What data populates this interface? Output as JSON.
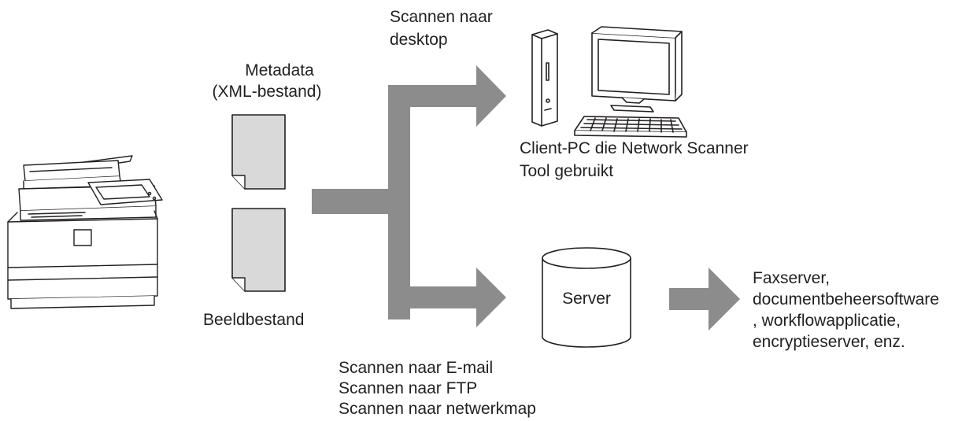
{
  "colors": {
    "flow_arrow": "#8c8c8c",
    "document_fill": "#d9d9d9",
    "outline": "#231f20",
    "background": "#ffffff"
  },
  "icons": {
    "mfp": "multifunction-printer-icon",
    "metadata_doc": "document-icon",
    "image_doc": "document-icon",
    "client_pc": "desktop-computer-icon",
    "server": "database-cylinder-icon"
  },
  "labels": {
    "metadata_line1": "Metadata",
    "metadata_line2": "(XML-bestand)",
    "image_file": "Beeldbestand",
    "scan_desktop_line1": "Scannen naar",
    "scan_desktop_line2": "desktop",
    "client_pc_line1": "Client-PC die Network Scanner",
    "client_pc_line2": "Tool gebruikt",
    "server": "Server",
    "scan_email": "Scannen naar E-mail",
    "scan_ftp": "Scannen naar FTP",
    "scan_folder": "Scannen naar netwerkmap",
    "dest_line1": "Faxserver,",
    "dest_line2": "documentbeheersoftware",
    "dest_line3": ", workflowapplicatie,",
    "dest_line4": "encryptieserver, enz."
  }
}
